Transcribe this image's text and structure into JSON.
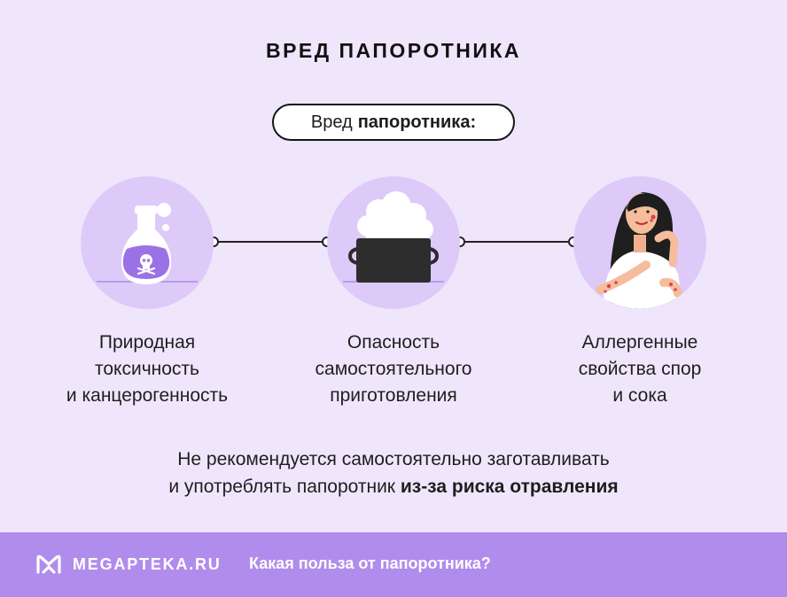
{
  "header": {
    "title": "ВРЕД ПАПОРОТНИКА"
  },
  "pill": {
    "text_regular": "Вред",
    "text_bold": "папоротника:"
  },
  "items": [
    {
      "icon": "poison-bottle-icon",
      "lines": [
        "Природная",
        "токсичность",
        "и канцерогенность"
      ]
    },
    {
      "icon": "steaming-pot-icon",
      "lines": [
        "Опасность",
        "самостоятельного",
        "приготовления"
      ]
    },
    {
      "icon": "woman-rash-icon",
      "lines": [
        "Аллергенные",
        "свойства спор",
        "и сока"
      ]
    }
  ],
  "note": {
    "line1": "Не рекомендуется самостоятельно заготавливать",
    "line2_regular": "и употреблять папоротник",
    "line2_bold": "из-за риска отравления"
  },
  "footer": {
    "brand": "MEGAPTEKA.RU",
    "link": "Какая польза от папоротника?"
  },
  "colors": {
    "background": "#efe6fc",
    "circle": "#ddcaf9",
    "footer": "#b08cec",
    "accent": "#8a62d8"
  }
}
